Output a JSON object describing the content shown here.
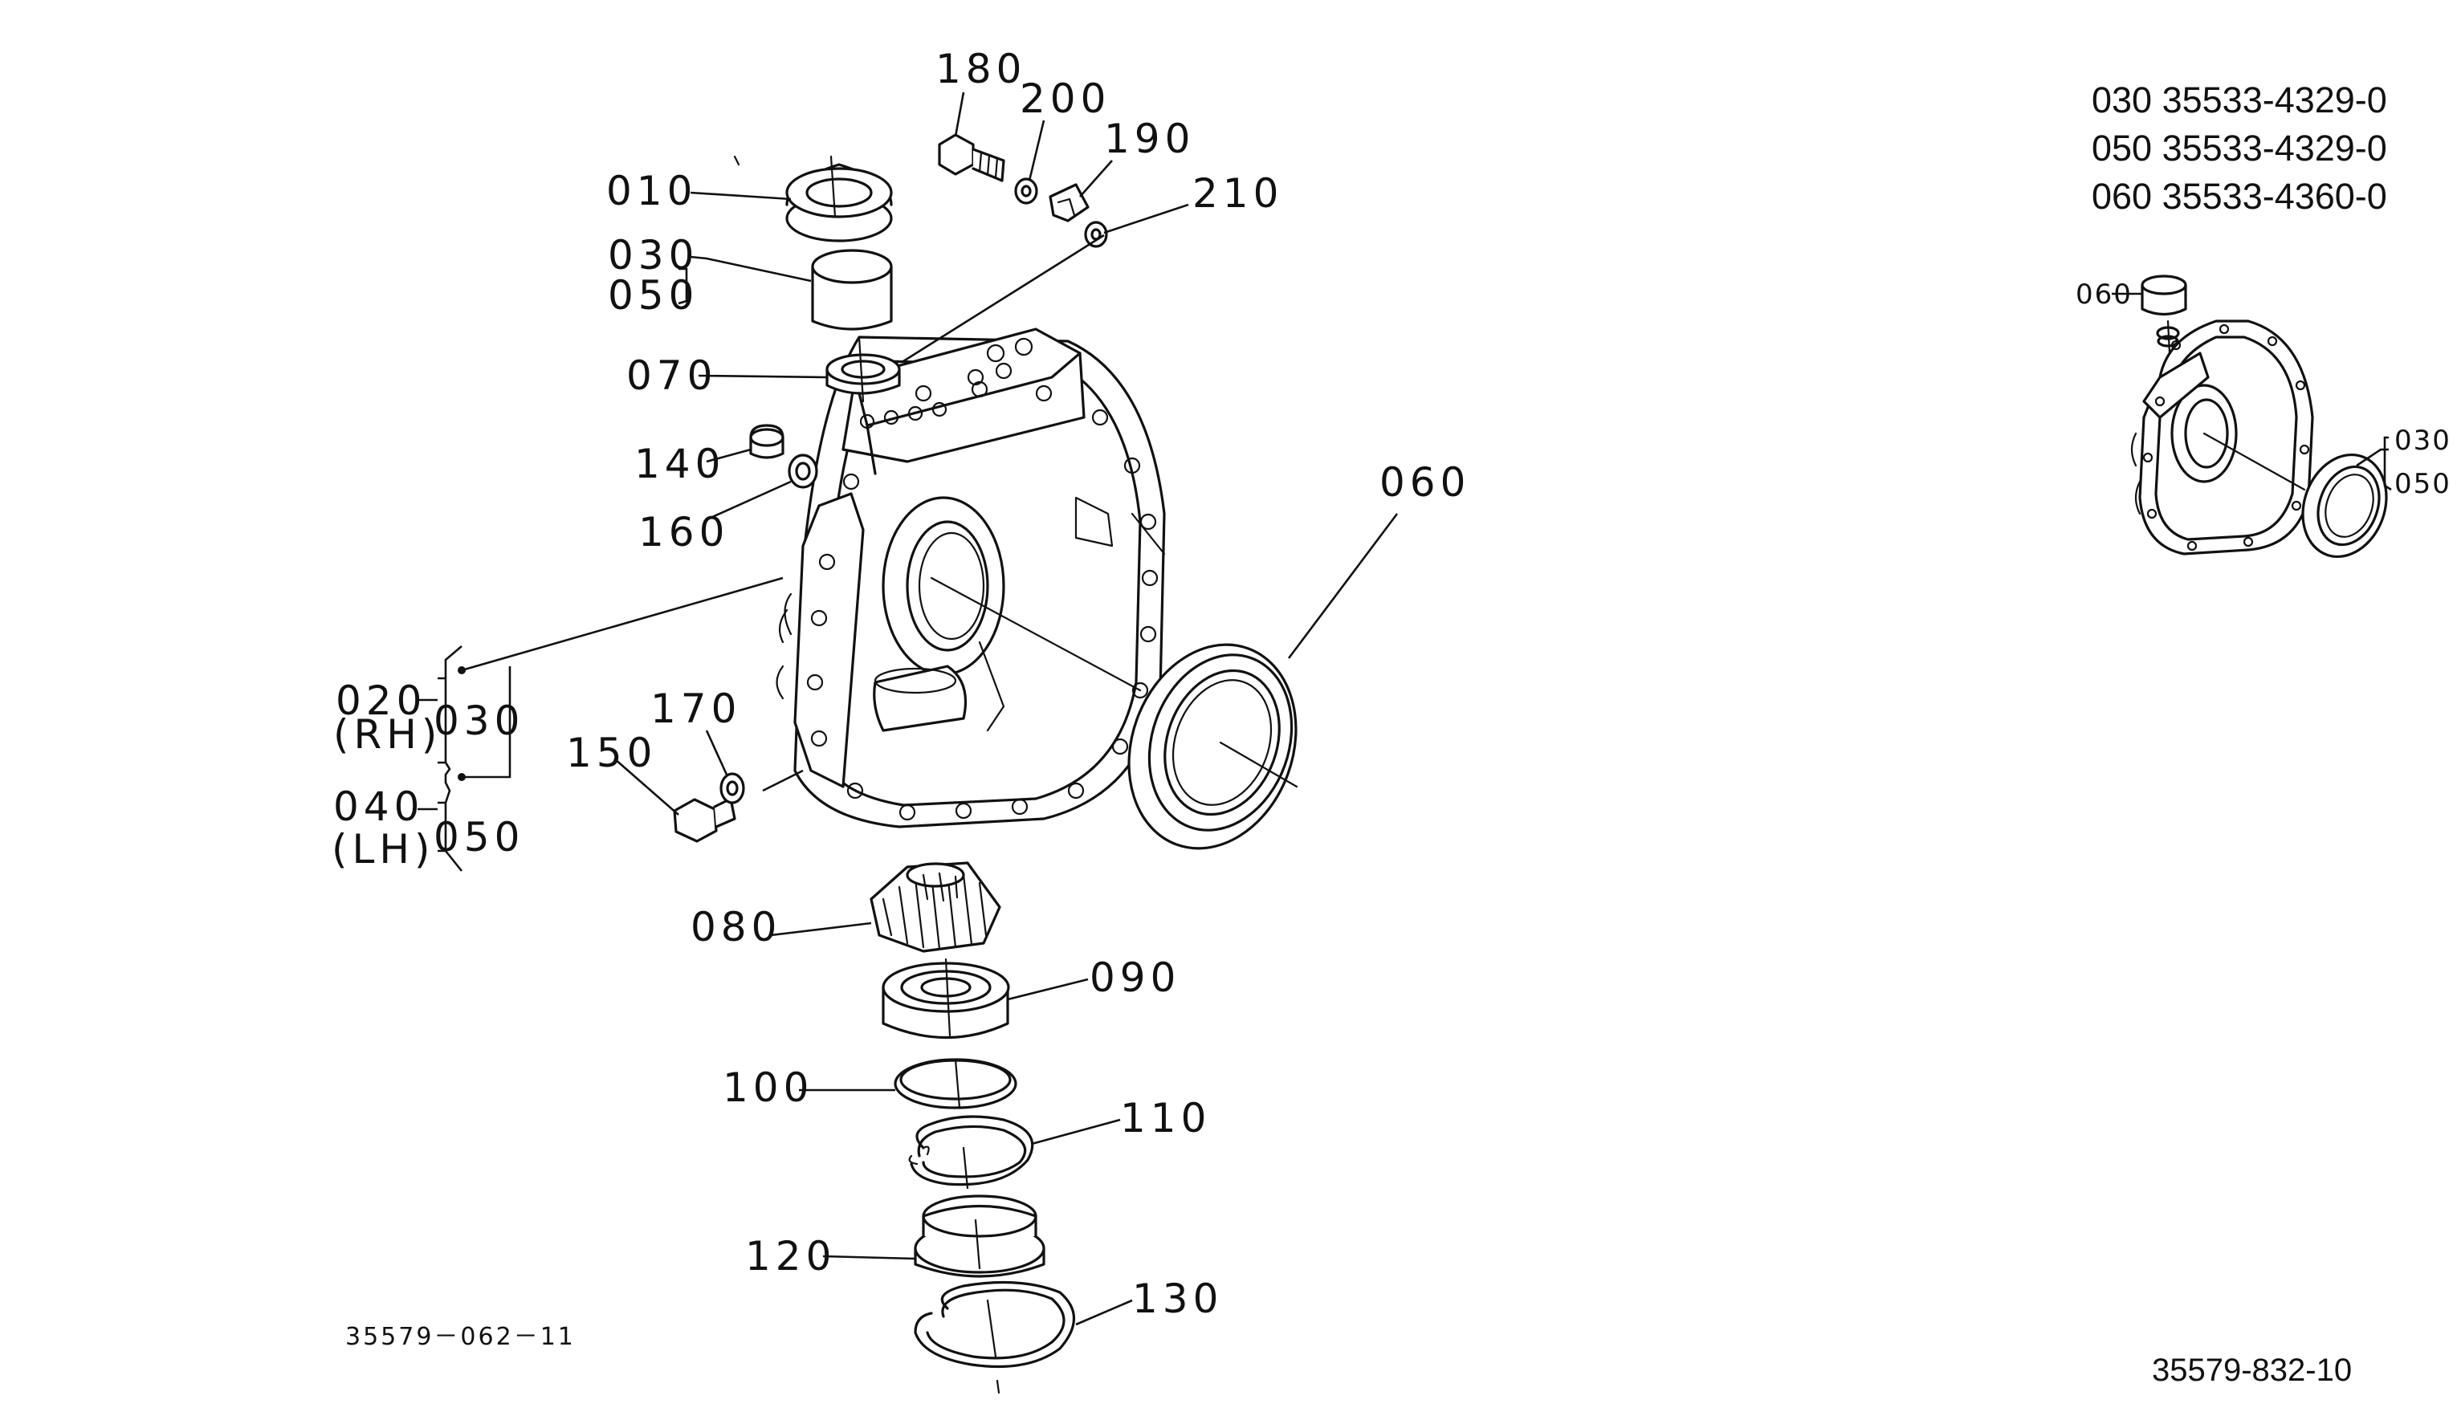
{
  "callouts": {
    "c010": "010",
    "c030": "030",
    "c050": "050",
    "c070": "070",
    "c140": "140",
    "c160": "160",
    "c180": "180",
    "c200": "200",
    "c190": "190",
    "c210": "210",
    "c060": "060",
    "c020": "020",
    "c_rh": "(RH)",
    "c030b": "030",
    "c040": "040",
    "c_lh": "(LH)",
    "c050b": "050",
    "c170": "170",
    "c150": "150",
    "c080": "080",
    "c090": "090",
    "c100": "100",
    "c110": "110",
    "c120": "120",
    "c130": "130"
  },
  "inset_callouts": {
    "c060": "060",
    "c030": "030",
    "c050": "050"
  },
  "part_list": [
    "030 35533-4329-0",
    "050 35533-4329-0",
    "060 35533-4360-0"
  ],
  "drawing_numbers": {
    "left": "35579－062－11",
    "right": "35579-832-10"
  }
}
